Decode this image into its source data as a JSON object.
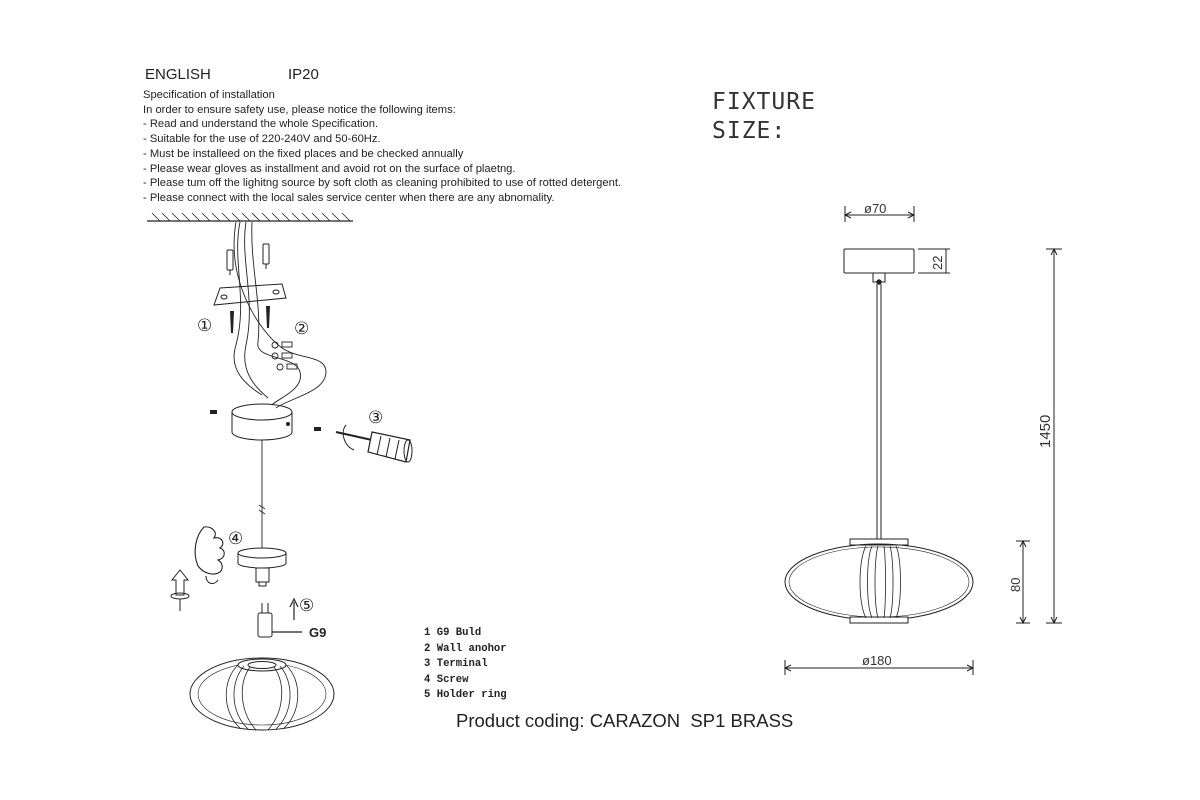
{
  "header": {
    "language": "ENGLISH",
    "ip_rating": "IP20"
  },
  "spec_lines": [
    "Specification of installation",
    "In order to ensure safety use, please notice the following items:",
    "- Read and understand the whole Specification.",
    "- Suitable for the use of 220-240V and 50-60Hz.",
    "- Must be installeed on the fixed places and be checked annually",
    "- Please wear gloves as installment and avoid rot on the surface of plaetng.",
    "- Please tum off the lighitng source by soft cloth as cleaning prohibited to use of rotted detergent.",
    "- Please connect with the local sales service center when there are any abnomality."
  ],
  "fixture_title": {
    "line1": "FIXTURE",
    "line2": "SIZE:"
  },
  "dimensions": {
    "canopy_diameter": "ø70",
    "canopy_height": "22",
    "total_height": "1450",
    "shade_height": "80",
    "shade_diameter": "ø180"
  },
  "steps": {
    "s1": "①",
    "s2": "②",
    "s3": "③",
    "s4": "④",
    "s5": "⑤",
    "bulb": "G9"
  },
  "parts": [
    "1 G9 Buld",
    "2 Wall anohor",
    "3 Terminal",
    "4 Screw",
    "5 Holder ring"
  ],
  "product_coding": "Product coding: CARAZON  SP1 BRASS"
}
